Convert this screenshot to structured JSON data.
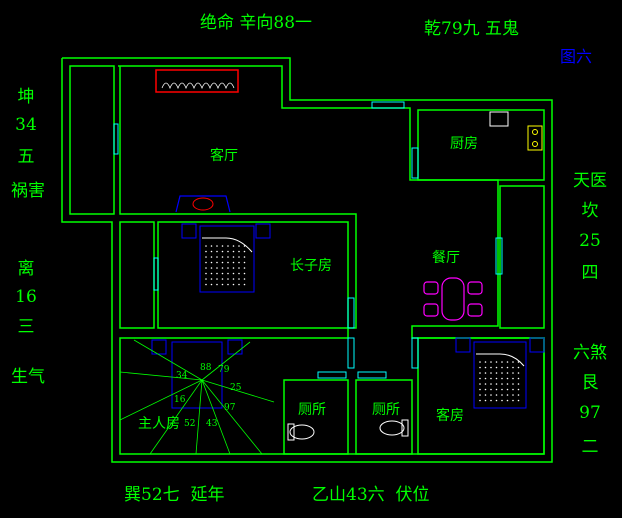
{
  "header": {
    "left": "绝命 辛向88一",
    "right": "乾79九 五鬼",
    "figure_label": "图六"
  },
  "left_side": {
    "top_lines": [
      "坤",
      "34",
      "五",
      "祸害"
    ],
    "bottom_lines": [
      "离",
      "16",
      "三",
      "生气"
    ]
  },
  "right_side": {
    "top_lines": [
      "天医",
      "坎",
      "25",
      "四"
    ],
    "bottom_lines": [
      "六煞",
      "艮",
      "97",
      "二"
    ]
  },
  "footer": {
    "left": "巽52七  延年",
    "right": "乙山43六  伏位"
  },
  "rooms": {
    "living": "客厅",
    "kitchen": "厨房",
    "eldest_son": "长子房",
    "dining": "餐厅",
    "master": "主人房",
    "toilet_1": "厕所",
    "toilet_2": "厕所",
    "guest": "客房"
  },
  "compass_numbers": [
    "34",
    "88",
    "79",
    "16",
    "25",
    "52",
    "43",
    "97"
  ],
  "colors": {
    "wall": "#00ff00",
    "furniture": "#0000ff",
    "window": "#00ffff",
    "accent": "#ff0000",
    "background": "#000000"
  }
}
